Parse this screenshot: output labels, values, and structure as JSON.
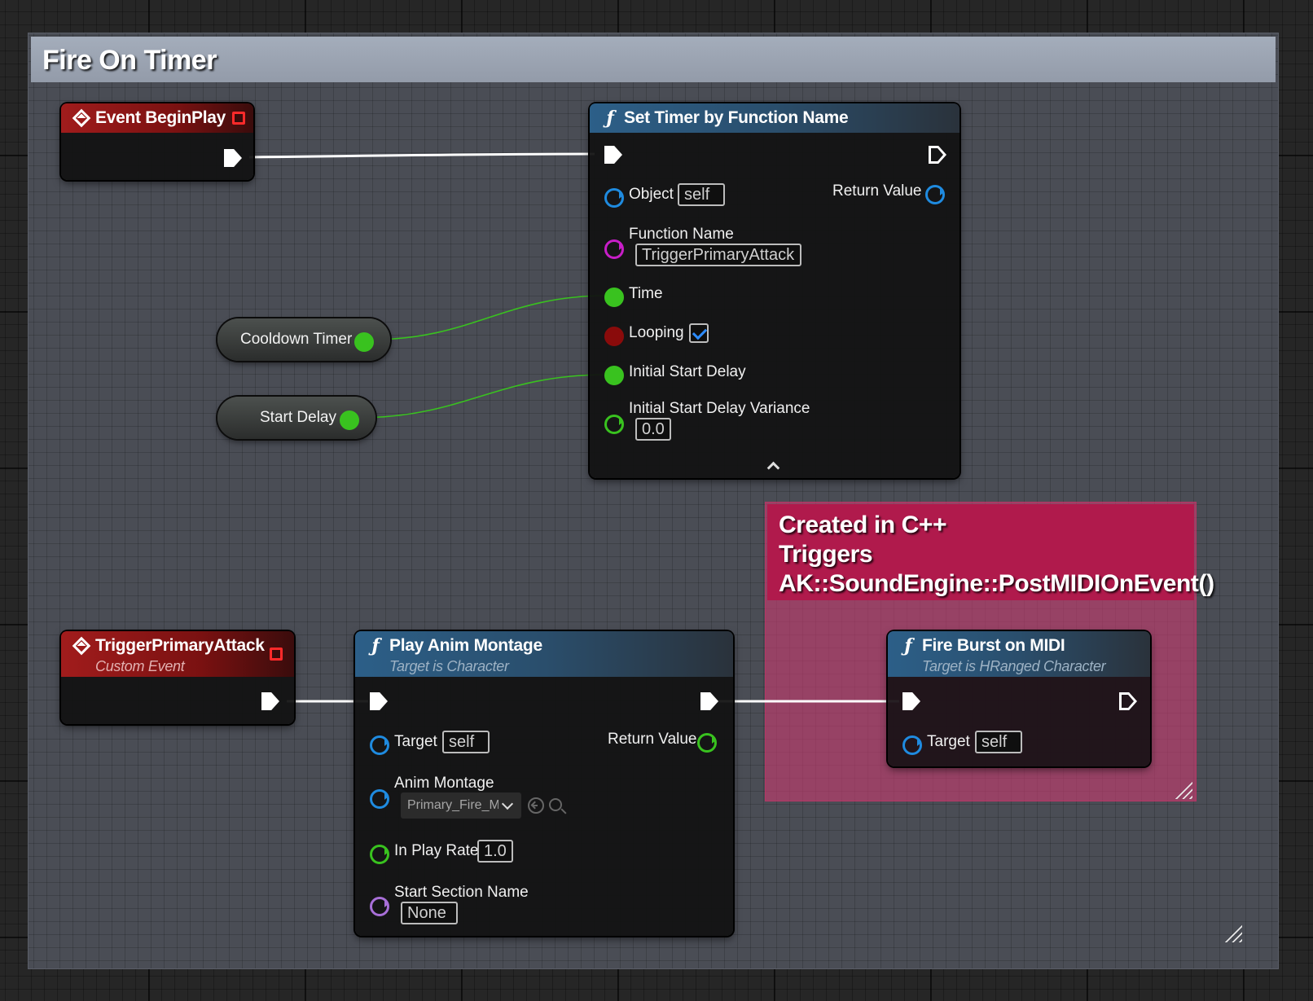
{
  "comment_main": {
    "title": "Fire On Timer"
  },
  "comment_midi": {
    "lines": [
      "Created in C++",
      "Triggers",
      "AK::SoundEngine::PostMIDIOnEvent()"
    ]
  },
  "nodes": {
    "event_begin_play": {
      "title": "Event BeginPlay"
    },
    "set_timer": {
      "title": "Set Timer by Function Name",
      "pins": {
        "object": {
          "label": "Object",
          "value": "self"
        },
        "return_value": {
          "label": "Return Value"
        },
        "function_name": {
          "label": "Function Name",
          "value": "TriggerPrimaryAttack"
        },
        "time": {
          "label": "Time"
        },
        "looping": {
          "label": "Looping",
          "checked": true
        },
        "initial_start_delay": {
          "label": "Initial Start Delay"
        },
        "initial_start_delay_variance": {
          "label": "Initial Start Delay Variance",
          "value": "0.0"
        }
      }
    },
    "cooldown_timer": {
      "label": "Cooldown Timer"
    },
    "start_delay": {
      "label": "Start Delay"
    },
    "trigger_primary_attack": {
      "title": "TriggerPrimaryAttack",
      "subtitle": "Custom Event"
    },
    "play_anim_montage": {
      "title": "Play Anim Montage",
      "subtitle": "Target is Character",
      "pins": {
        "target": {
          "label": "Target",
          "value": "self"
        },
        "return_value": {
          "label": "Return Value"
        },
        "anim_montage": {
          "label": "Anim Montage",
          "value": "Primary_Fire_Mo"
        },
        "in_play_rate": {
          "label": "In Play Rate",
          "value": "1.0"
        },
        "start_section_name": {
          "label": "Start Section Name",
          "value": "None"
        }
      }
    },
    "fire_burst_on_midi": {
      "title": "Fire Burst on MIDI",
      "subtitle": "Target is HRanged Character",
      "pins": {
        "target": {
          "label": "Target",
          "value": "self"
        }
      }
    }
  },
  "colors": {
    "exec_wire": "#ffffff",
    "float_pin": "#39c21f",
    "object_pin": "#1f8be0",
    "name_pin": "#c81ec8",
    "bool_pin": "#8a0b0b",
    "text_pin": "#a86fd8",
    "event_header": "#a11c1c",
    "function_header": "#2c5f88",
    "comment_midi": "#b01a4c"
  }
}
